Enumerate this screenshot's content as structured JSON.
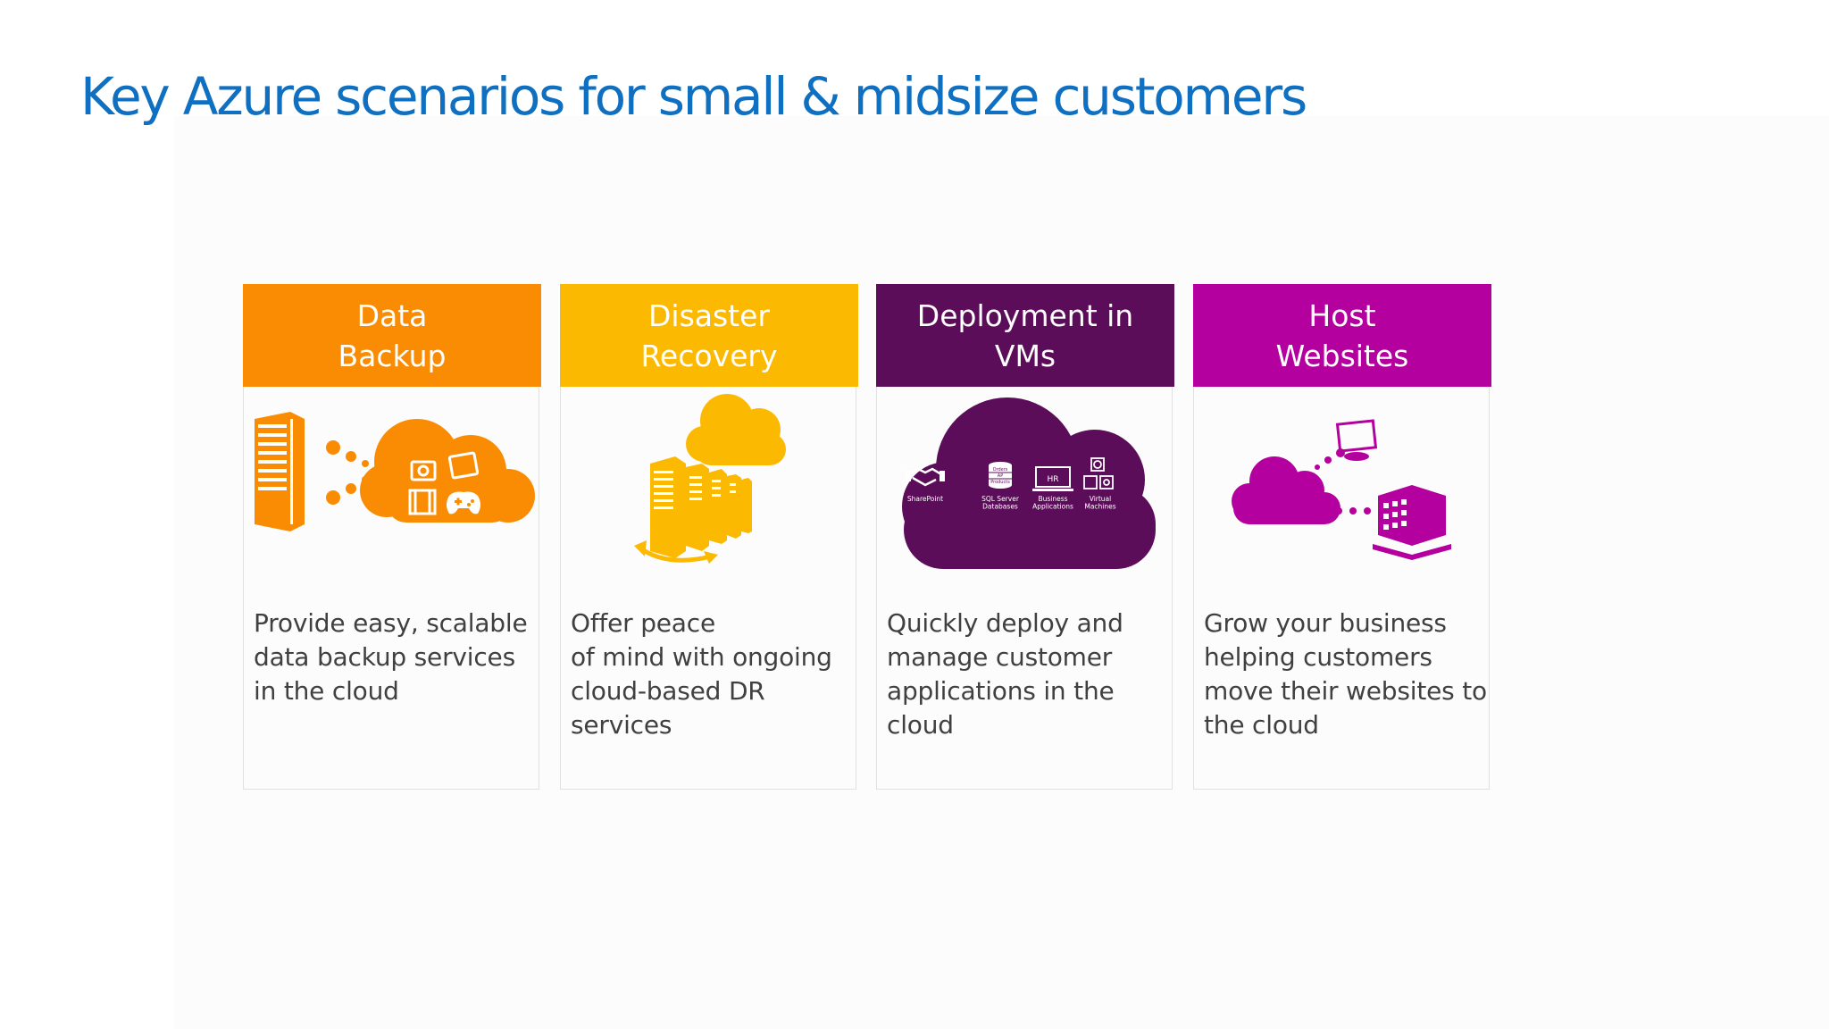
{
  "slide": {
    "title": "Key Azure scenarios for small & midsize customers"
  },
  "colors": {
    "title": "#0f6fc0",
    "data_backup": "#f98c03",
    "disaster_recovery": "#fcb902",
    "deployment_vms": "#5c0d5a",
    "host_websites": "#b4009e",
    "body_text": "#404040"
  },
  "cards": [
    {
      "title": "Data\nBackup",
      "description": "Provide easy, scalable\ndata backup services\nin the cloud",
      "icon": "server-to-cloud-media-icon"
    },
    {
      "title": "Disaster\nRecovery",
      "description": "Offer peace\nof mind with ongoing\ncloud-based DR\nservices",
      "icon": "cloud-servers-recovery-icon"
    },
    {
      "title": "Deployment in\nVMs",
      "description": "Quickly deploy and\nmanage customer\napplications in the\ncloud",
      "icon": "cloud-workloads-icon",
      "illustration": {
        "workloads": [
          "SharePoint",
          "SQL Server\nDatabases",
          "Business\nApplications",
          "Virtual\nMachines"
        ],
        "screen_label": "HR",
        "db_labels": [
          "Orders",
          "AP",
          "Products"
        ]
      }
    },
    {
      "title": "Host\nWebsites",
      "description": "Grow your business\nhelping customers\nmove their websites to\nthe cloud",
      "icon": "cloud-to-website-icon"
    }
  ]
}
